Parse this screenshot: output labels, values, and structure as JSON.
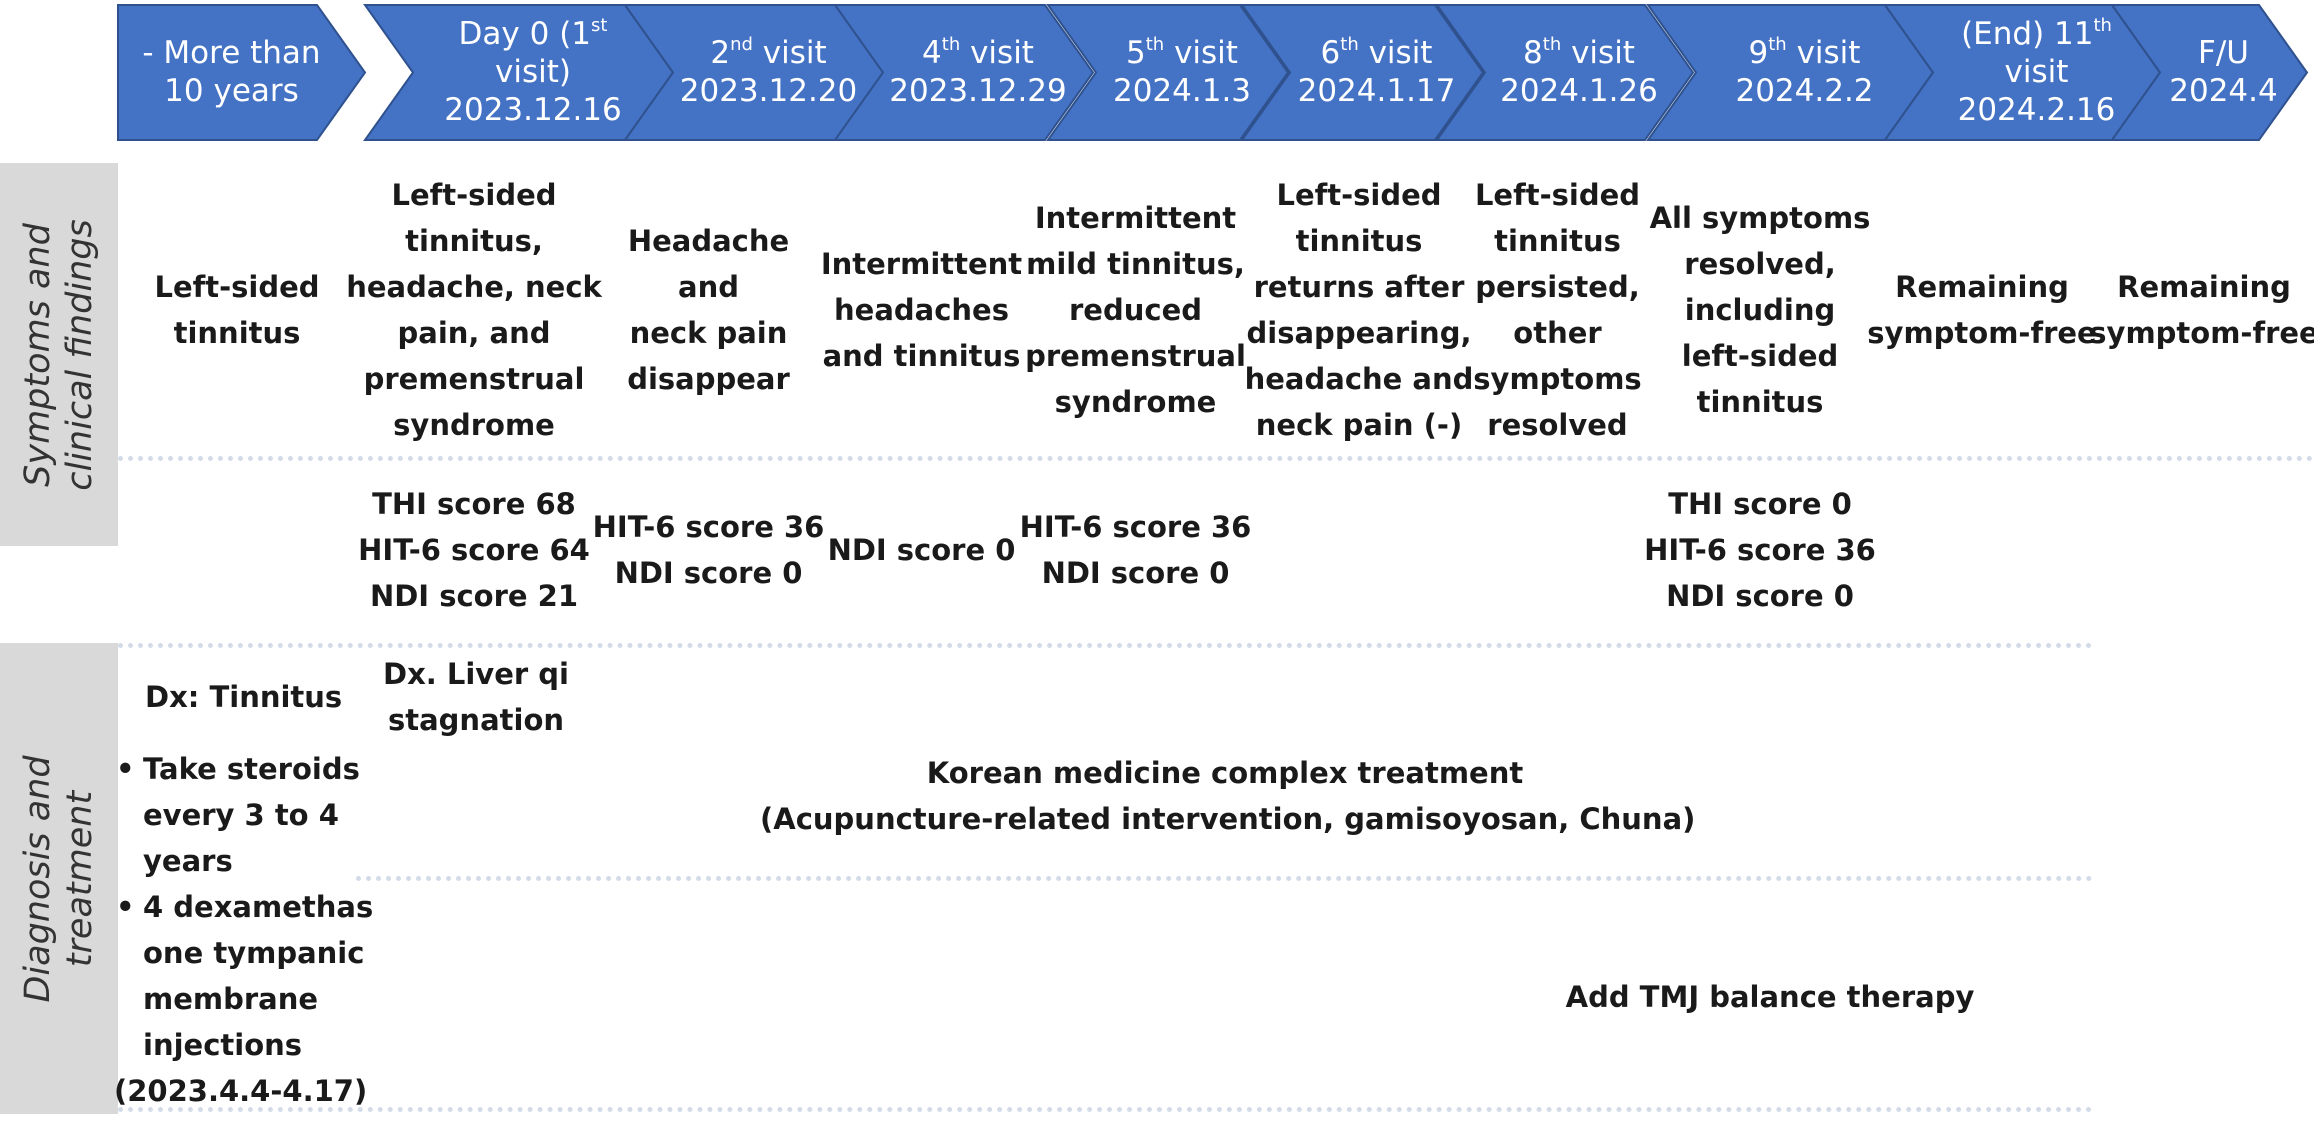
{
  "timeline": {
    "stages": [
      {
        "lines": [
          "- More than",
          "10 years"
        ]
      },
      {
        "lines": [
          {
            "pre": "Day 0 (1",
            "sup": "st"
          },
          "visit)",
          "2023.12.16"
        ]
      },
      {
        "lines": [
          {
            "pre": "2",
            "sup": "nd",
            "post": " visit"
          },
          "2023.12.20"
        ]
      },
      {
        "lines": [
          {
            "pre": "4",
            "sup": "th",
            "post": " visit"
          },
          "2023.12.29"
        ]
      },
      {
        "lines": [
          {
            "pre": "5",
            "sup": "th",
            "post": " visit"
          },
          "2024.1.3"
        ]
      },
      {
        "lines": [
          {
            "pre": "6",
            "sup": "th",
            "post": " visit"
          },
          "2024.1.17"
        ]
      },
      {
        "lines": [
          {
            "pre": "8",
            "sup": "th",
            "post": " visit"
          },
          "2024.1.26"
        ]
      },
      {
        "lines": [
          {
            "pre": "9",
            "sup": "th",
            "post": " visit"
          },
          "2024.2.2"
        ]
      },
      {
        "lines": [
          {
            "pre": "(End) 11",
            "sup": "th"
          },
          "visit",
          "2024.2.16"
        ]
      },
      {
        "lines": [
          "F/U",
          "2024.4"
        ]
      }
    ],
    "colors": {
      "chevron_fill": "#4472c4",
      "chevron_stroke": "#2f528f",
      "side_label_bg": "#d9d9d9",
      "divider": "#d3dbe9"
    }
  },
  "side_labels": {
    "symptoms": [
      "Symptoms and",
      "clinical findings"
    ],
    "diagnosis": [
      "Diagnosis and",
      "treatment"
    ]
  },
  "symptoms": [
    [
      "Left-sided",
      "tinnitus"
    ],
    [
      "Left-sided",
      "tinnitus,",
      "headache, neck",
      "pain, and",
      "premenstrual",
      "syndrome"
    ],
    [
      "Headache",
      "and",
      "neck pain",
      "disappear"
    ],
    [
      "Intermittent",
      "headaches",
      "and tinnitus"
    ],
    [
      "Intermittent",
      "mild tinnitus,",
      "reduced",
      "premenstrual",
      "syndrome"
    ],
    [
      "Left-sided",
      "tinnitus",
      "returns after",
      "disappearing,",
      "headache and",
      "neck pain (-)"
    ],
    [
      "Left-sided",
      "tinnitus",
      "persisted,",
      "other",
      "symptoms",
      "resolved"
    ],
    [
      "All symptoms",
      "resolved,",
      "including",
      "left-sided",
      "tinnitus"
    ],
    [
      "Remaining",
      "symptom-free"
    ],
    [
      "Remaining",
      "symptom-free"
    ]
  ],
  "scores": [
    [],
    [
      "THI score 68",
      "HIT-6 score 64",
      "NDI score 21"
    ],
    [
      "HIT-6 score 36",
      "NDI score 0"
    ],
    [
      "NDI score 0"
    ],
    [
      "HIT-6 score 36",
      "NDI score 0"
    ],
    [],
    [],
    [
      "THI score 0",
      "HIT-6 score 36",
      "NDI score 0"
    ],
    [],
    []
  ],
  "diagnosis": {
    "dx_tinnitus": "Dx: Tinnitus",
    "dx_liver": [
      "Dx. Liver qi",
      "stagnation"
    ],
    "bullets": [
      [
        "Take steroids",
        "every 3 to 4",
        "years"
      ],
      [
        "4 dexamethas",
        "one tympanic",
        "membrane",
        "injections"
      ]
    ],
    "bullet_tail": "(2023.4.4-4.17)",
    "km_treatment": [
      "Korean medicine complex treatment",
      "(Acupuncture-related intervention, gamisoyosan, Chuna)"
    ],
    "tmj": "Add TMJ balance therapy"
  }
}
